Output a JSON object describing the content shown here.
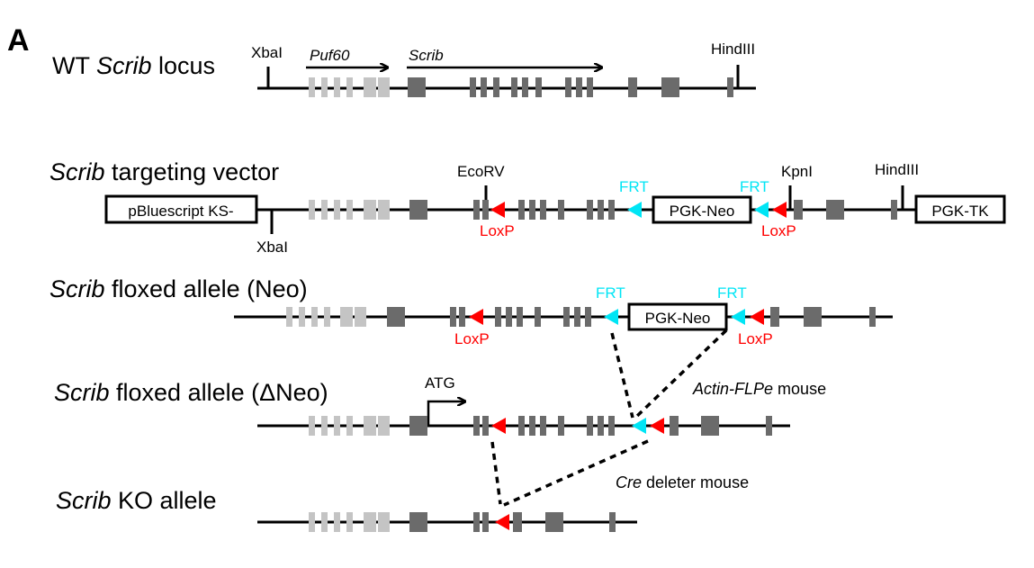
{
  "panel_letter": "A",
  "colors": {
    "backbone": "#000000",
    "light_exon": "#c4c4c4",
    "dark_exon": "#6b6b6b",
    "loxp": "#ff0000",
    "frt": "#00e5f5"
  },
  "rows": {
    "wt": {
      "label_pre": "WT ",
      "label_italic": "Scrib",
      "label_post": " locus",
      "sites": [
        "XbaI",
        "HindIII"
      ],
      "genes": [
        "Puf60",
        "Scrib"
      ]
    },
    "vector": {
      "label_italic": "Scrib",
      "label_post": " targeting vector",
      "boxes": [
        "pBluescript KS-",
        "PGK-Neo",
        "PGK-TK"
      ],
      "sites": [
        "EcoRV",
        "KpnI",
        "HindIII",
        "XbaI"
      ],
      "frt": "FRT",
      "loxp": "LoxP"
    },
    "floxed_neo": {
      "label_italic": "Scrib",
      "label_post": " floxed allele (Neo)",
      "boxes": [
        "PGK-Neo"
      ],
      "frt": "FRT",
      "loxp": "LoxP"
    },
    "floxed_dneo": {
      "label_italic": "Scrib",
      "label_post": " floxed allele (ΔNeo)",
      "start_codon": "ATG"
    },
    "ko": {
      "label_italic": "Scrib",
      "label_post": " KO allele"
    }
  },
  "notes": {
    "flp_italic": "Actin-FLPe",
    "flp_post": " mouse",
    "cre_italic": "Cre",
    "cre_post": " deleter mouse"
  }
}
